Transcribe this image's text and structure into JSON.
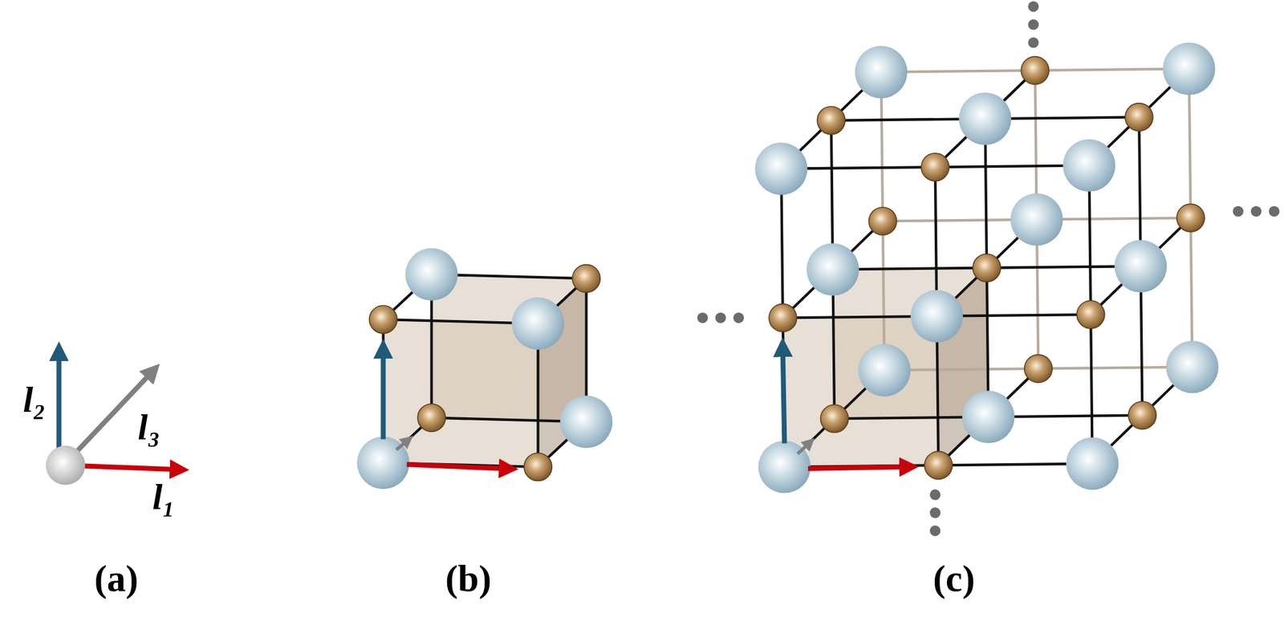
{
  "diagram": {
    "labels": [
      "l₂",
      "l₃",
      "l₁",
      "(a)",
      "(b)",
      "(c)"
    ]
  }
}
